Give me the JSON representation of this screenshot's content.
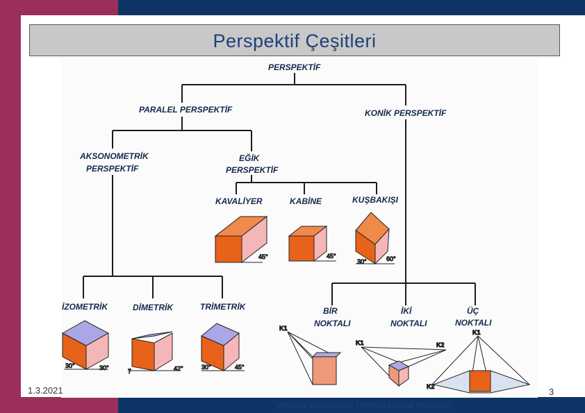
{
  "slide": {
    "title": "Perspektif Çeşitleri",
    "date": "1.3.2021",
    "page_number": "3",
    "footer": "Akdeniz Üniversitesi TBMYO Makina Programı"
  },
  "diagram": {
    "root": "PERSPEKTİF",
    "parallel": "PARALEL PERSPEKTİF",
    "conic": "KONİK PERSPEKTİF",
    "axonometric_1": "AKSONOMETRİK",
    "axonometric_2": "PERSPEKTİF",
    "oblique_1": "EĞİK",
    "oblique_2": "PERSPEKTİF",
    "cavalier": "KAVALİYER",
    "cabinet": "KABİNE",
    "birdseye": "KUŞBAKIŞI",
    "isometric": "İZOMETRİK",
    "dimetric": "DİMETRİK",
    "trimetric": "TRİMETRİK",
    "one_point_1": "BİR",
    "one_point_2": "NOKTALI",
    "two_point_1": "İKİ",
    "two_point_2": "NOKTALI",
    "three_point_1": "ÜÇ",
    "three_point_2": "NOKTALI",
    "angles": {
      "cavalier": "45°",
      "cabinet": "45°",
      "birdseye_a": "30°",
      "birdseye_b": "60°",
      "iso_a": "30°",
      "iso_b": "30°",
      "dim_a": "7",
      "dim_b": "42°",
      "tri_a": "30°",
      "tri_b": "45°"
    },
    "vanishing_points": {
      "one_k1": "K1",
      "two_k1": "K1",
      "two_k2": "K2",
      "three_k1": "K1",
      "three_k2": "K2"
    }
  },
  "colors": {
    "front": "#e8631a",
    "side": "#f4b6b6",
    "top": "#a9a7e6",
    "line": "#1a1a1a"
  }
}
